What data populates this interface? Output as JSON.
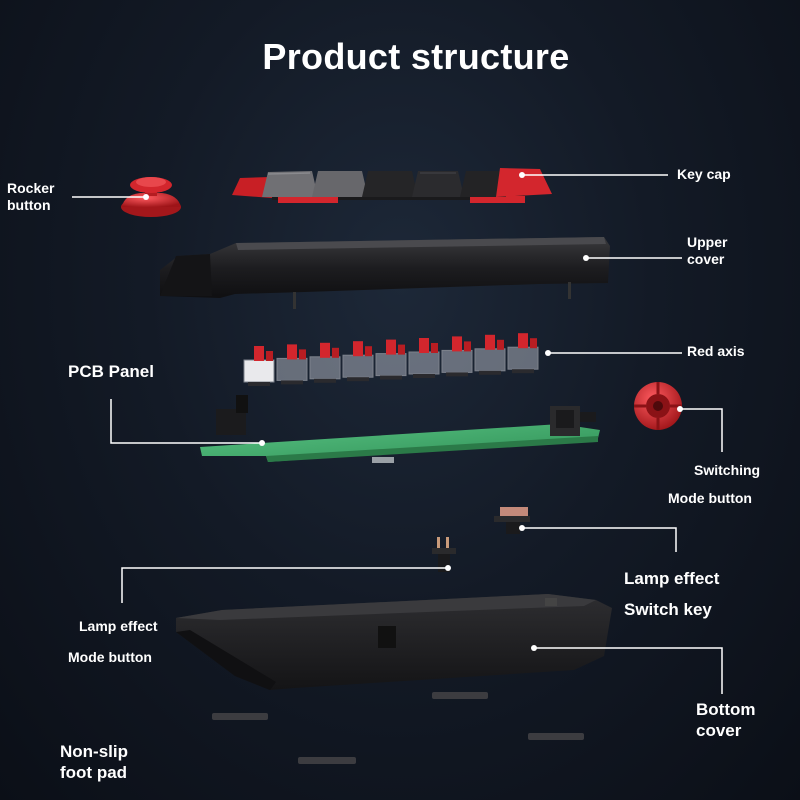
{
  "title": "Product structure",
  "labels": {
    "rocker": [
      "Rocker",
      "button"
    ],
    "keycap": "Key cap",
    "upper_cover": [
      "Upper",
      "cover"
    ],
    "red_axis": "Red axis",
    "pcb_panel": "PCB Panel",
    "switching": "Switching",
    "mode_button": "Mode button",
    "lamp_effect_switch": [
      "Lamp effect",
      "Switch key"
    ],
    "lamp_effect_mode": "Lamp effect",
    "mode_button_left": "Mode button",
    "bottom_cover": [
      "Bottom",
      "cover"
    ],
    "non_slip": [
      "Non-slip",
      "foot pad"
    ]
  },
  "colors": {
    "background": "#131a26",
    "accent_red": "#d3262d",
    "pcb_green": "#3fae6a",
    "case_black": "#1c1c1e",
    "leader_line": "#ffffff"
  }
}
